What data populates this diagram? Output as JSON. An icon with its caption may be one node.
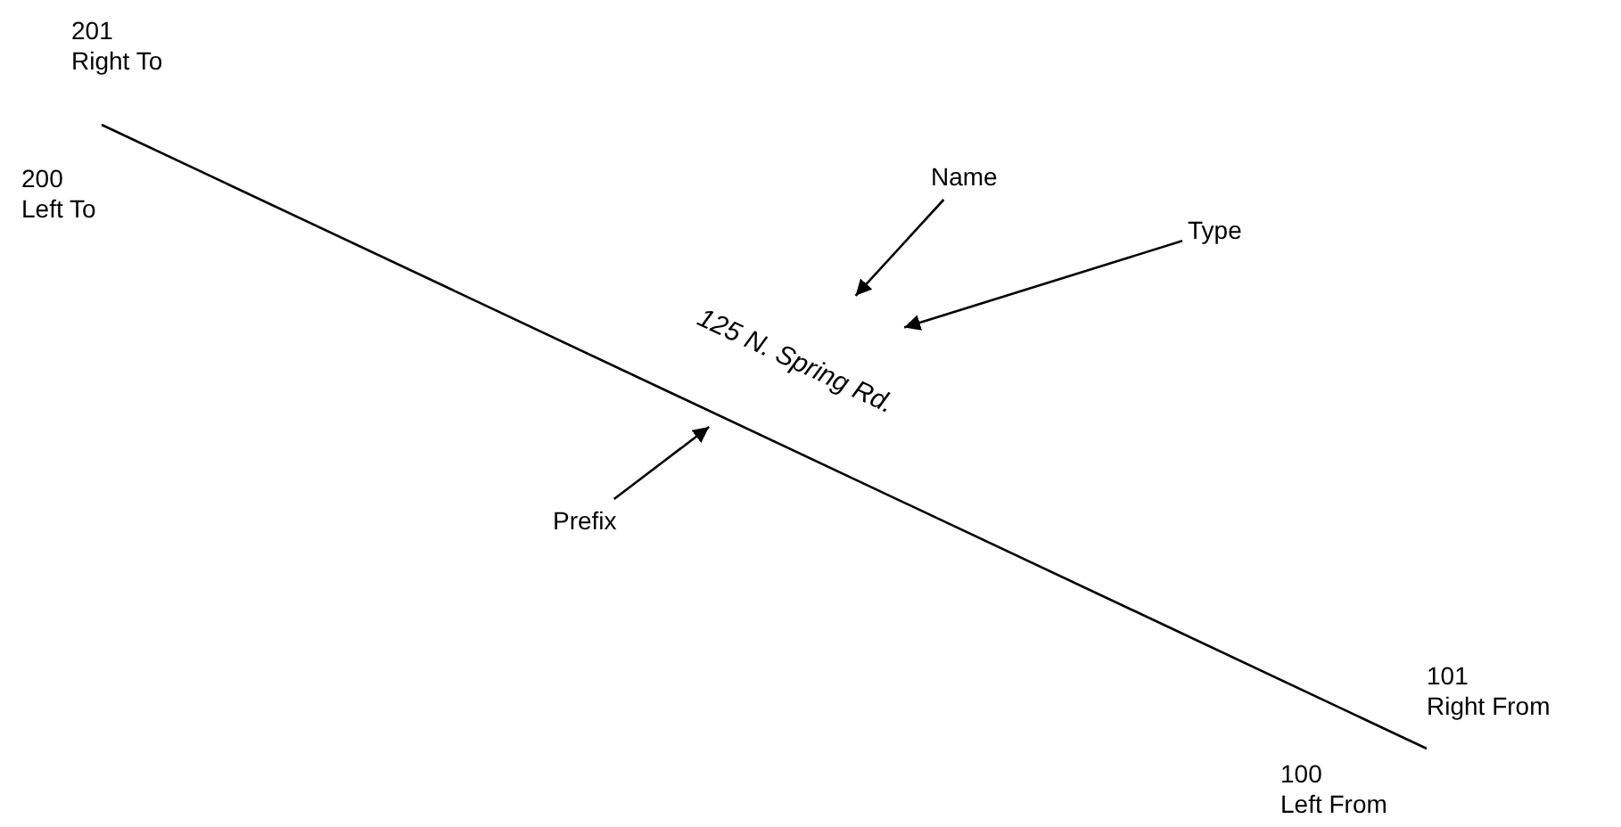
{
  "diagram": {
    "nodes": [
      {
        "text": [
          "125 N. Spring Rd."
        ]
      },
      {
        "text": [
          "Name"
        ]
      },
      {
        "text": [
          "Type"
        ]
      },
      {
        "text": [
          "Prefix"
        ]
      }
    ],
    "edges": [
      {
        "from": 1,
        "to": 0,
        "arrow": "to"
      },
      {
        "from": 2,
        "to": 0,
        "arrow": "to"
      },
      {
        "from": 3,
        "to": 0,
        "arrow": "to"
      }
    ],
    "labels": [
      "201",
      "Right To",
      "200",
      "Left To",
      "101",
      "Right From",
      "100",
      "Left From"
    ]
  }
}
